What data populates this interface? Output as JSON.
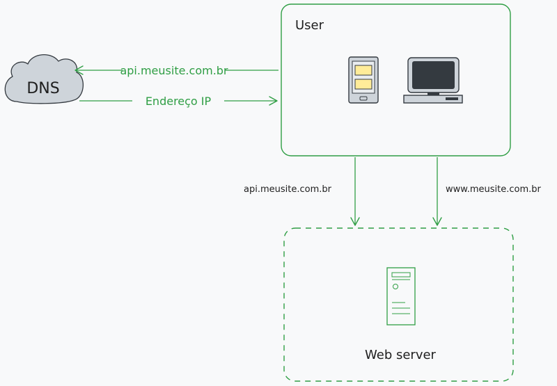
{
  "dns": {
    "label": "DNS"
  },
  "user": {
    "label": "User"
  },
  "web_server": {
    "label": "Web server"
  },
  "edges": {
    "dns_query": "api.meusite.com.br",
    "dns_response": "Endereço IP",
    "api_request": "api.meusite.com.br",
    "www_request": "www.meusite.com.br"
  },
  "colors": {
    "accent": "#2f9e44",
    "background": "#f8f9fa",
    "cloud_fill": "#ced4da",
    "device_fill": "#343a40",
    "card_fill": "#ffec99"
  },
  "icons": {
    "mobile": "mobile-phone-icon",
    "desktop": "desktop-computer-icon",
    "server": "server-icon",
    "cloud": "cloud-icon"
  }
}
